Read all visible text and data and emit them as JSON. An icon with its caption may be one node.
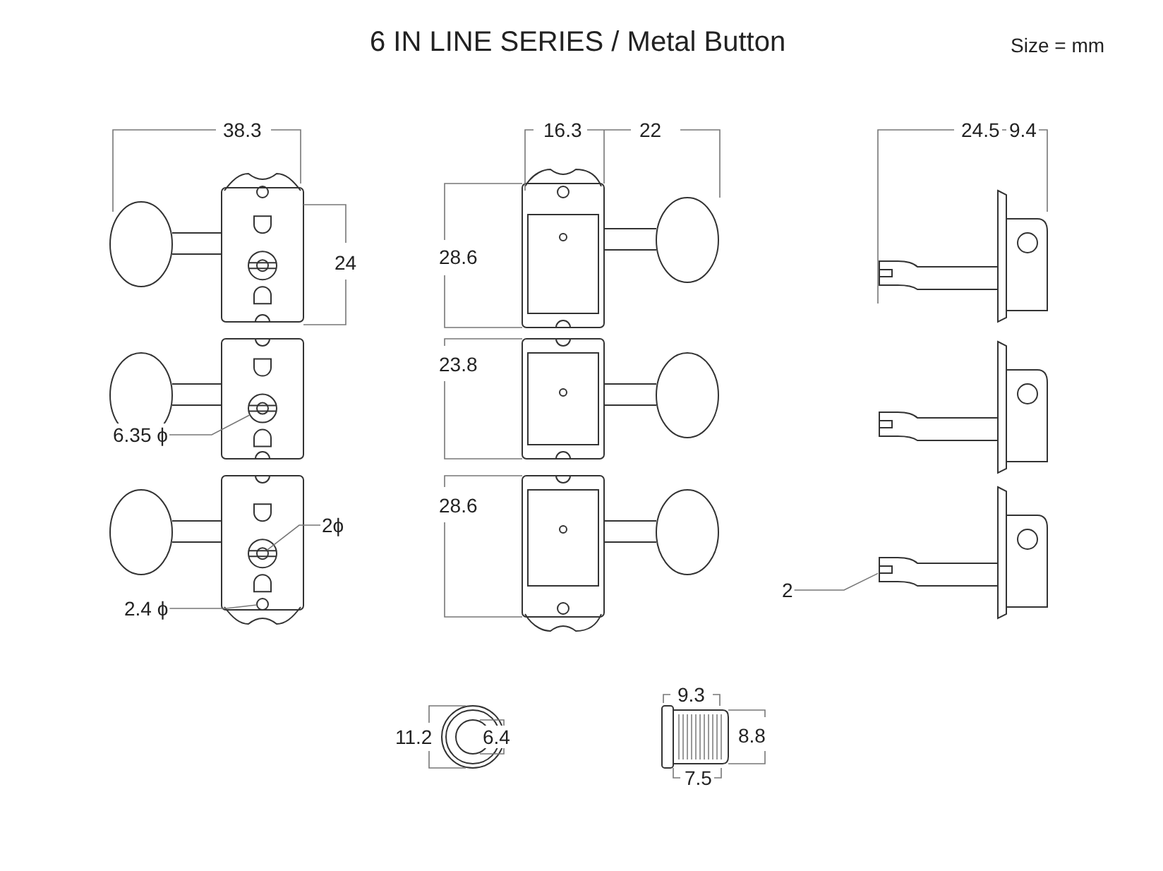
{
  "diagram": {
    "title": "6 IN LINE SERIES / Metal Button",
    "nodes": [
      {
        "text": [
          "6.35 ϕ"
        ]
      },
      {
        "text": [
          "2ϕ"
        ]
      },
      {
        "text": [
          "2.4 ϕ"
        ]
      },
      {
        "text": [
          "2"
        ]
      },
      {
        "text": [],
        "shape": "circle"
      },
      {
        "text": [],
        "shape": "circle"
      },
      {
        "text": [],
        "shape": "circle"
      },
      {
        "text": [],
        "shape": "box"
      }
    ],
    "edges": [
      {
        "from": 0,
        "to": 4,
        "arrow": "none"
      },
      {
        "from": 1,
        "to": 5,
        "arrow": "none"
      },
      {
        "from": 2,
        "to": 6,
        "arrow": "none"
      },
      {
        "from": 3,
        "to": 7,
        "arrow": "none"
      }
    ],
    "labels": [
      "Size = mm",
      "38.3",
      "16.3",
      "22",
      "24.5",
      "9.4",
      "24",
      "28.6",
      "23.8",
      "28.6",
      "11.2",
      "6.4",
      "9.3",
      "8.8",
      "7.5"
    ]
  }
}
